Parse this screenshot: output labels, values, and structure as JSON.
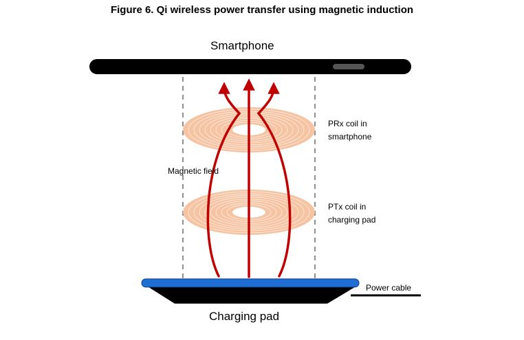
{
  "figure": {
    "title": "Figure 6. Qi wireless power transfer using magnetic induction",
    "labels": {
      "smartphone": "Smartphone",
      "prx_coil_line1": "PRx coil in",
      "prx_coil_line2": "smartphone",
      "magnetic_field": "Magnetic field",
      "ptx_coil_line1": "PTx coil in",
      "ptx_coil_line2": "charging pad",
      "power_cable": "Power cable",
      "charging_pad": "Charging pad"
    }
  },
  "colors": {
    "smartphone_body": "#000000",
    "smartphone_button": "#555555",
    "coil": "#f6c4a3",
    "coil_ring_line": "#ffffff",
    "field_arrow": "#c00000",
    "pad_surface": "#1f6ed4",
    "pad_base": "#000000",
    "dashed_guide": "#555555"
  }
}
